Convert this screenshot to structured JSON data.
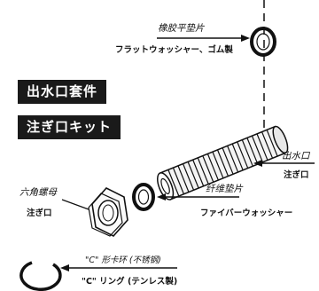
{
  "banners": {
    "set_title_cn": "出水口套件",
    "set_title_jp": "注ぎ口キット"
  },
  "labels": {
    "rubber_washer_cn": "橡胶平垫片",
    "rubber_washer_jp": "フラットウォッシャー、ゴム製",
    "spout_cn": "出水口",
    "spout_jp": "注ぎ口",
    "hex_nut_cn": "六角螺母",
    "hex_nut_jp": "注ぎ口",
    "fiber_washer_cn": "纤维垫片",
    "fiber_washer_jp": "ファイバーウォッシャー",
    "c_clip_cn": "\"C\" 形卡环 (不锈钢)",
    "c_clip_jp": "\"C\" リング (テンレス製)"
  }
}
